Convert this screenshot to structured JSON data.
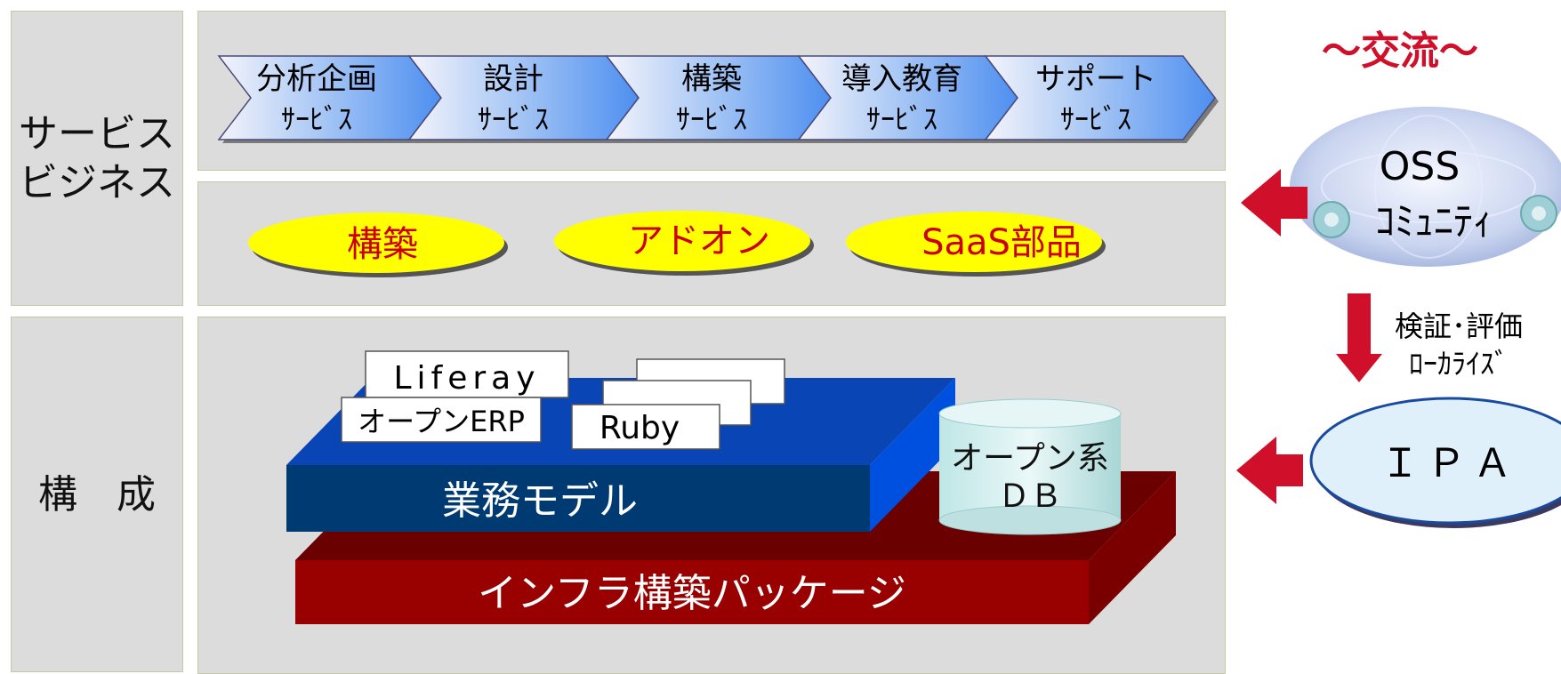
{
  "left_labels": {
    "service_business": "サービス\nビジネス",
    "structure": "構　成"
  },
  "services": [
    {
      "line1": "分析企画",
      "line2": "ｻｰﾋﾞｽ"
    },
    {
      "line1": "設計",
      "line2": "ｻｰﾋﾞｽ"
    },
    {
      "line1": "構築",
      "line2": "ｻｰﾋﾞｽ"
    },
    {
      "line1": "導入教育",
      "line2": "ｻｰﾋﾞｽ"
    },
    {
      "line1": "サポート",
      "line2": "ｻｰﾋﾞｽ"
    }
  ],
  "ovals": [
    "構築",
    "アドオン",
    "SaaS部品"
  ],
  "cards": {
    "liferay": "Liferay",
    "open_erp": "オープンERP",
    "ruby": "Ruby"
  },
  "platform": {
    "business_model": "業務モデル",
    "infra": "インフラ構築パッケージ",
    "db_line1": "オープン系",
    "db_line2": "ＤＢ"
  },
  "right": {
    "exchange": "～交流～",
    "oss_line1": "OSS",
    "oss_line2": "ｺﾐｭﾆﾃｨ",
    "verify_line1": "検証･評価",
    "verify_line2": "ﾛｰｶﾗｲｽﾞ",
    "ipa": "ＩＰＡ"
  },
  "colors": {
    "accent_red": "#d0102a",
    "oval_yellow": "#ffff00",
    "chevron_blue": "#5e9ef0",
    "business_model": "#003a73",
    "platform_top": "#0a45b5",
    "infra": "#8a0000"
  }
}
